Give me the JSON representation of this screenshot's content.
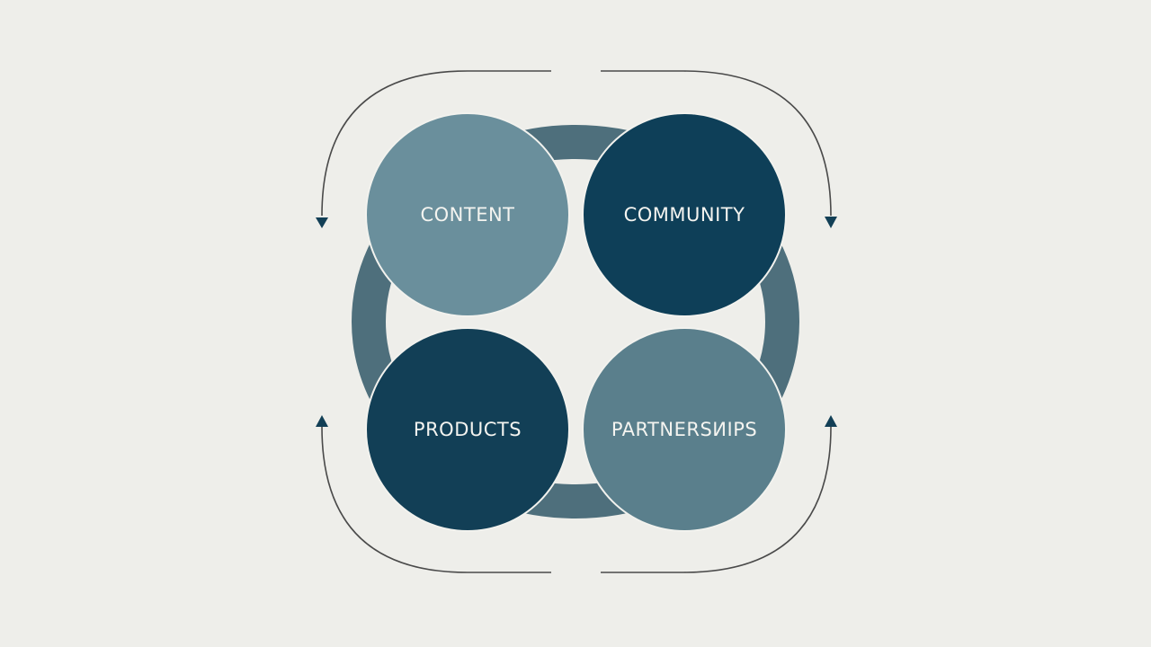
{
  "diagram": {
    "nodes": [
      {
        "id": "content",
        "label": "CONTENT",
        "color": "#6a8f9c"
      },
      {
        "id": "community",
        "label": "COMMUNITY",
        "color": "#0e3f58"
      },
      {
        "id": "products",
        "label": "PRODUCTS",
        "color": "#123f56"
      },
      {
        "id": "partnerships",
        "label": "PARTNERSИIPS",
        "color": "#5a7f8c"
      }
    ],
    "ring_color": "#4e6f7c",
    "arrow_color": "#4a4a4a",
    "arrowhead_color": "#123f56",
    "background": "#eeeeea"
  }
}
